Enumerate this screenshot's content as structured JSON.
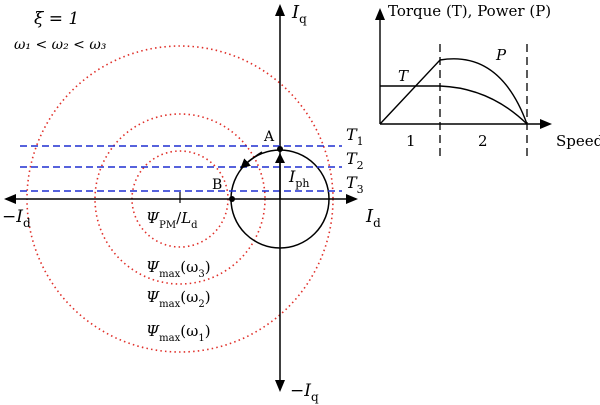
{
  "main_diagram": {
    "xi_label": "ξ = 1",
    "omega_order": "ω₁ < ω₂ < ω₃",
    "axis_labels": {
      "iq_pos": {
        "main": "I",
        "sub": "q"
      },
      "iq_neg": {
        "main": "−I",
        "sub": "q"
      },
      "id_pos": {
        "main": "I",
        "sub": "d"
      },
      "id_neg": {
        "main": "−I",
        "sub": "d"
      }
    },
    "torque_lines": [
      {
        "main": "T",
        "sub": "1"
      },
      {
        "main": "T",
        "sub": "2"
      },
      {
        "main": "T",
        "sub": "3"
      }
    ],
    "points": {
      "a": "A",
      "b": "B"
    },
    "iph_label": {
      "main": "I",
      "sub": "ph"
    },
    "center_label": {
      "psi": "Ψ",
      "sub": "PM",
      "slash": "/",
      "l": "L",
      "lsub": "d"
    },
    "circle_labels": [
      {
        "psi": "Ψ",
        "sub": "max",
        "arg": "(ω",
        "argsub": "3",
        "close": ")"
      },
      {
        "psi": "Ψ",
        "sub": "max",
        "arg": "(ω",
        "argsub": "2",
        "close": ")"
      },
      {
        "psi": "Ψ",
        "sub": "max",
        "arg": "(ω",
        "argsub": "1",
        "close": ")"
      }
    ],
    "colors": {
      "circles": "#e0302a",
      "torque_lines": "#1f2fd0",
      "axes": "#000000"
    }
  },
  "inset": {
    "y_label": "Torque (T), Power (P)",
    "x_label": "Speed",
    "curve_t": "T",
    "curve_p": "P",
    "region_1": "1",
    "region_2": "2"
  }
}
